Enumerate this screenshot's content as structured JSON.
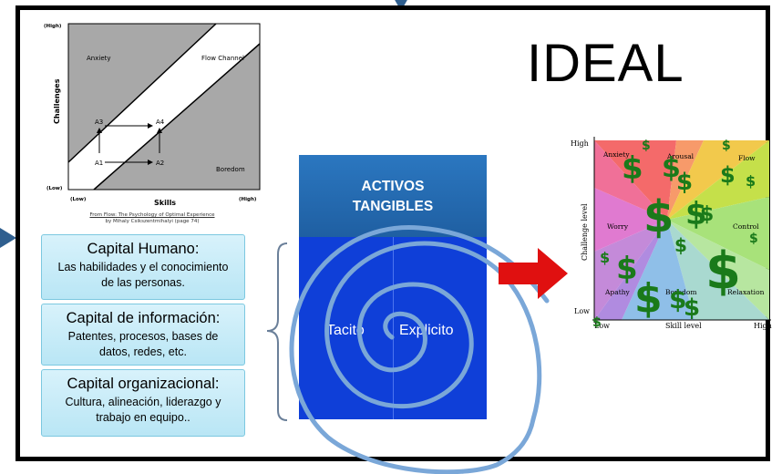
{
  "title": "IDEAL",
  "flow_chart": {
    "y_high": "(High)",
    "y_low": "(Low)",
    "x_low": "(Low)",
    "x_high": "(High)",
    "y_label": "Challenges",
    "x_label": "Skills",
    "anxiety": "Anxiety",
    "flow_channel": "Flow Channel",
    "boredom": "Boredom",
    "a1": "A1",
    "a2": "A2",
    "a3": "A3",
    "a4": "A4",
    "caption_line1": "From Flow: The Psychology of Optimal Experience",
    "caption_line2": "by Mihaly Csikszentmihalyi (page 74)"
  },
  "capital": [
    {
      "title": "Capital Humano:",
      "desc": "Las habilidades y el conocimiento de las personas."
    },
    {
      "title": "Capital de información:",
      "desc": "Patentes, procesos, bases de datos, redes, etc."
    },
    {
      "title": "Capital organizacional:",
      "desc": "Cultura, alineación, liderazgo y trabajo en equipo.."
    }
  ],
  "activos": {
    "title_line1": "ACTIVOS",
    "title_line2": "TANGIBLES",
    "tacito": "Tacito",
    "explicito": "Explicito"
  },
  "matrix": {
    "high_y": "High",
    "low_y": "Low",
    "low_x": "Low",
    "high_x": "High",
    "y_label": "Challenge level",
    "x_label": "Skill level",
    "anxiety": "Anxiety",
    "arousal": "Arousal",
    "flow": "Flow",
    "worry": "Worry",
    "control": "Control",
    "apathy": "Apathy",
    "boredom": "Boredom",
    "relaxation": "Relaxation"
  },
  "colors": {
    "frame": "#000000",
    "activos_head": "#2b77c0",
    "activos_body": "#0f3fd8",
    "spiral": "#7aa7d8",
    "arrow": "#e01010",
    "dollar": "#1a7a1a"
  }
}
